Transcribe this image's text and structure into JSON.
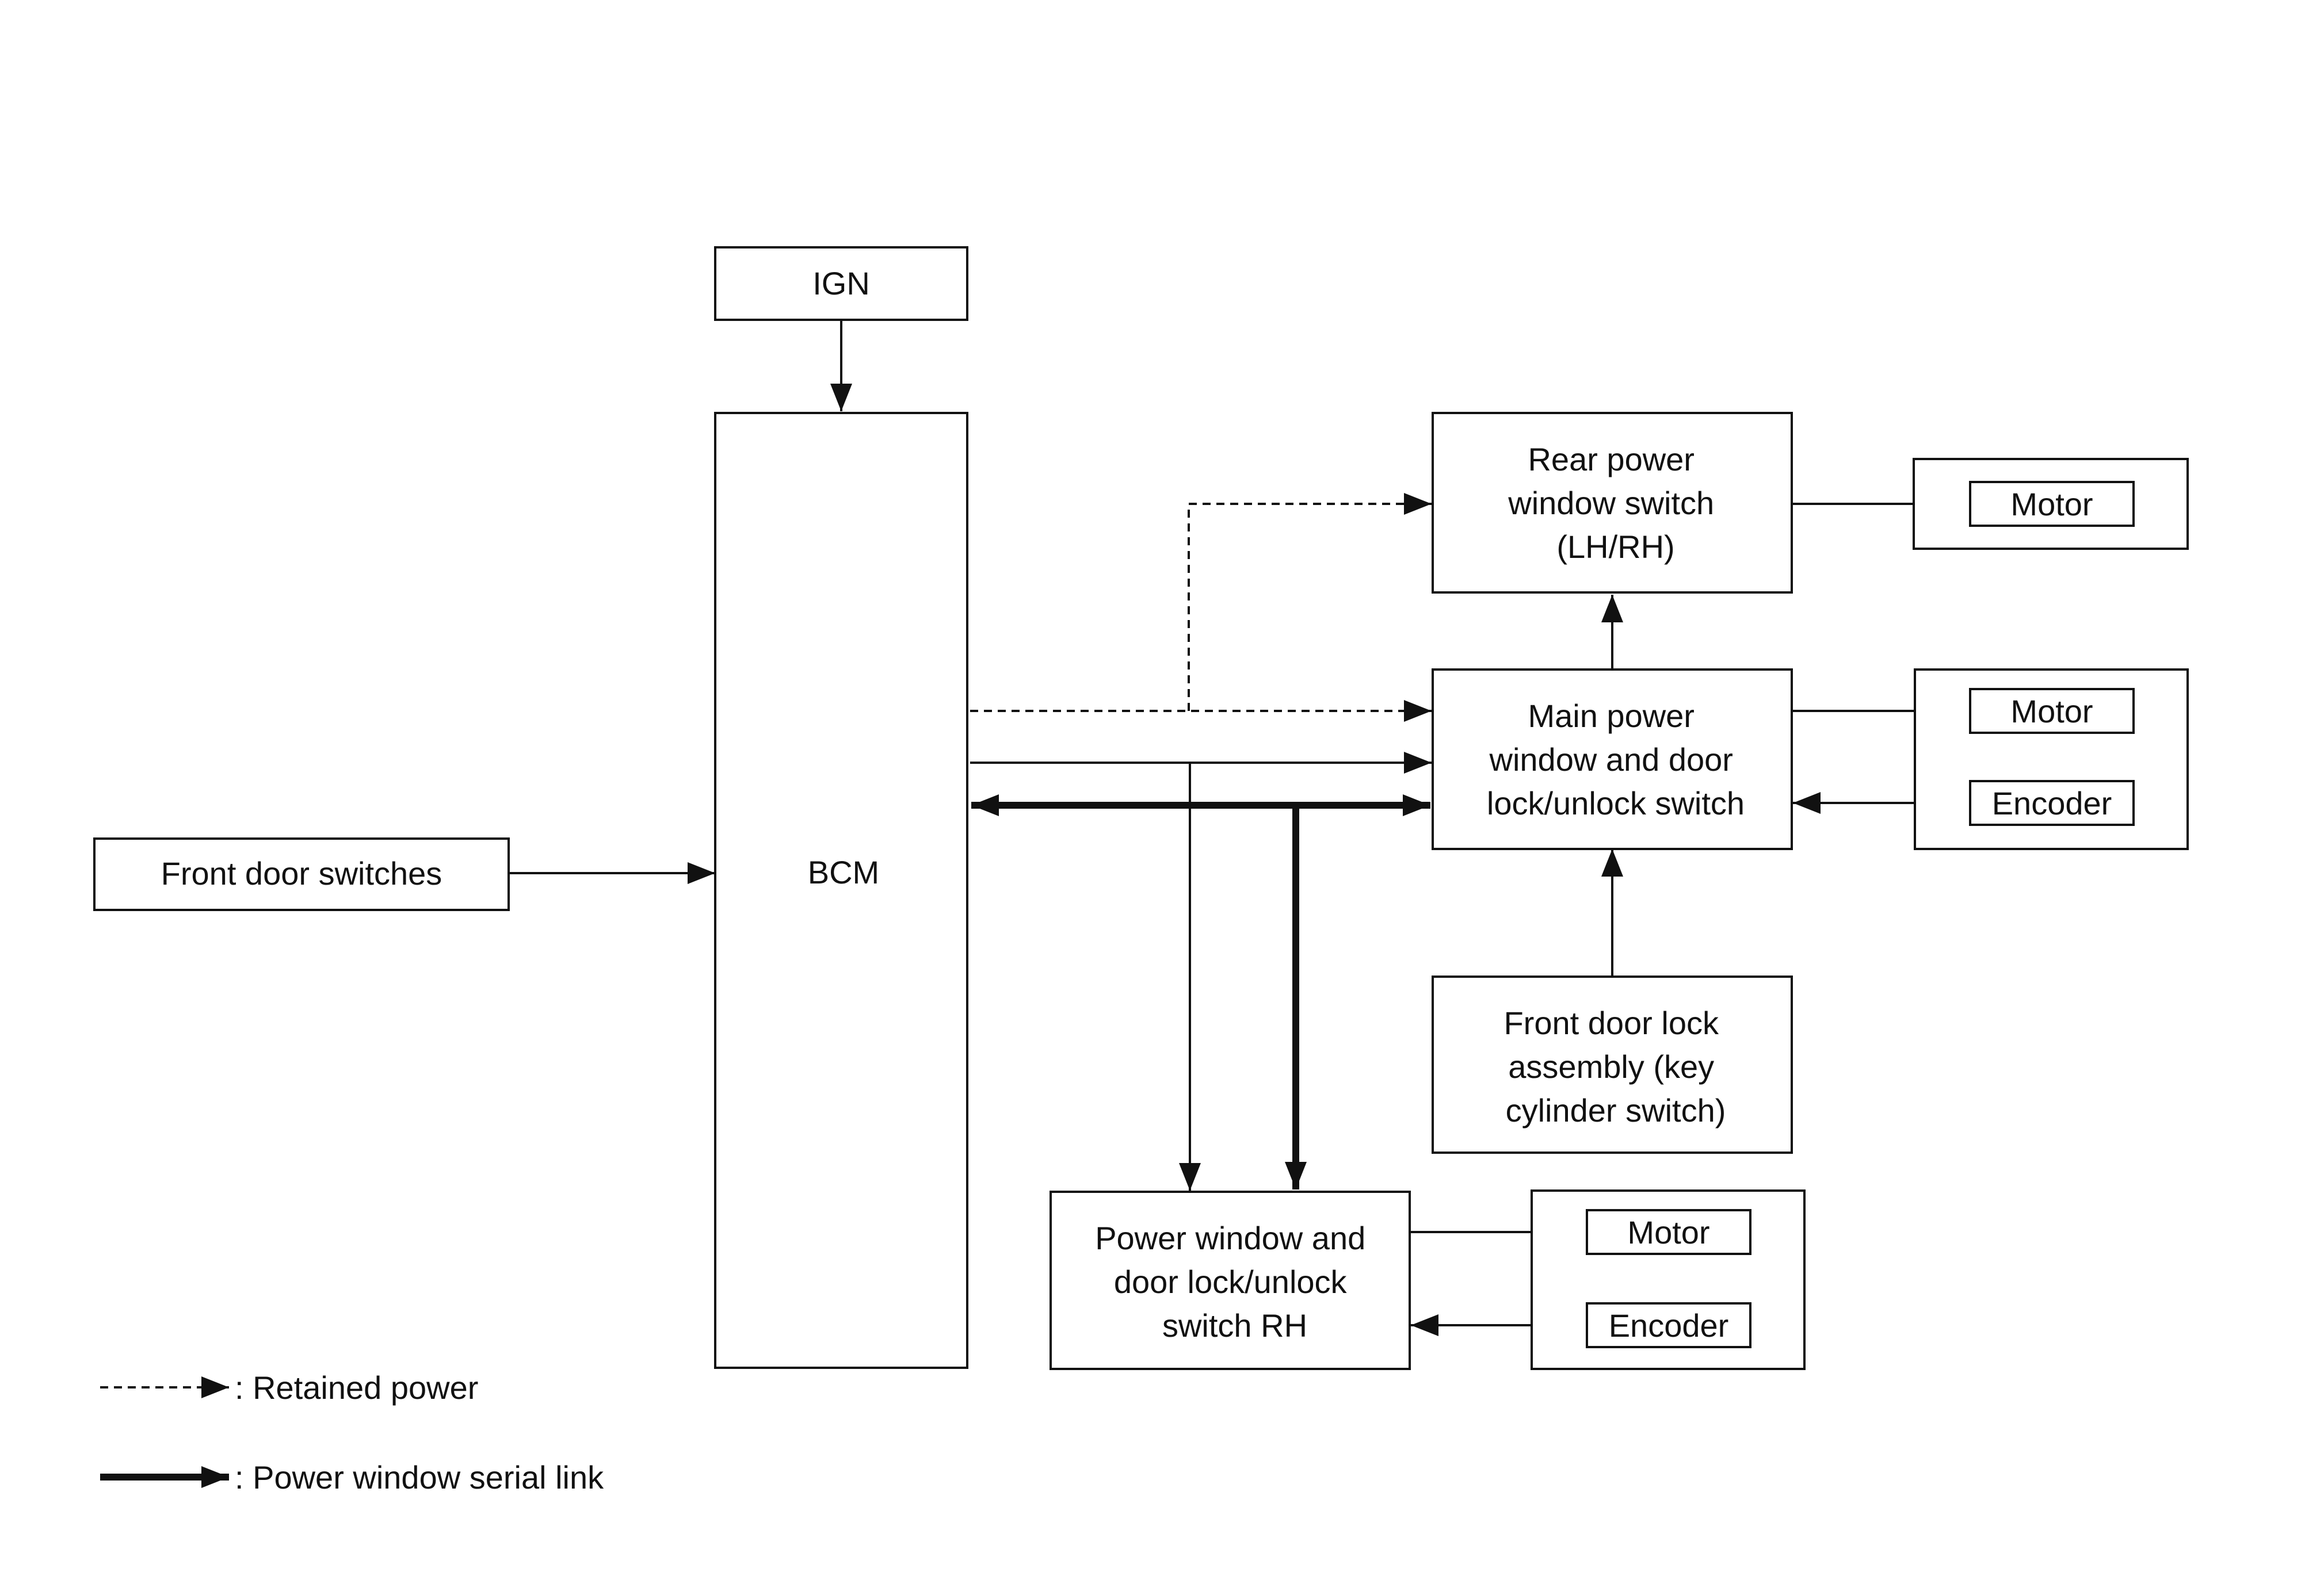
{
  "blocks": {
    "ign": "IGN",
    "bcm": "BCM",
    "front_door_switches": "Front door switches",
    "rear_pw_switch": [
      "Rear power",
      "window switch",
      "(LH/RH)"
    ],
    "main_pw_switch": [
      "Main power",
      "window and door",
      "lock/unlock switch"
    ],
    "front_door_lock": [
      "Front door lock",
      "assembly (key",
      "cylinder switch)"
    ],
    "pw_switch_rh": [
      "Power window and",
      "door lock/unlock",
      "switch RH"
    ],
    "rear_motor": "Motor",
    "main_motor": "Motor",
    "main_encoder": "Encoder",
    "rh_motor": "Motor",
    "rh_encoder": "Encoder"
  },
  "legend": {
    "retained_power": ": Retained power",
    "serial_link": ": Power window serial link"
  }
}
